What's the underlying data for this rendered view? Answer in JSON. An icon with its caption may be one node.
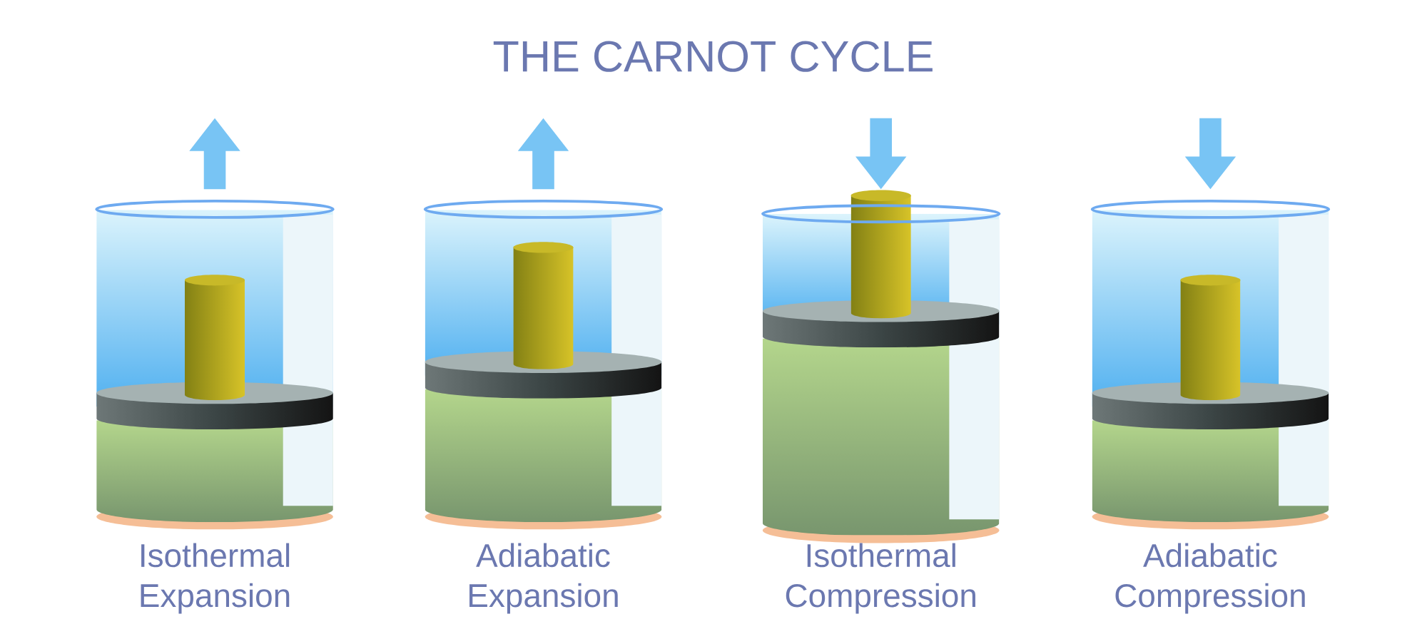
{
  "diagram": {
    "title": "THE CARNOT CYCLE",
    "nodes": [
      {
        "text": [
          "Isothermal Expansion"
        ]
      },
      {
        "text": [
          "Adiabatic Expansion"
        ]
      },
      {
        "text": [
          "Isothermal Compression"
        ]
      },
      {
        "text": [
          "Adiabatic Compression"
        ]
      }
    ]
  }
}
